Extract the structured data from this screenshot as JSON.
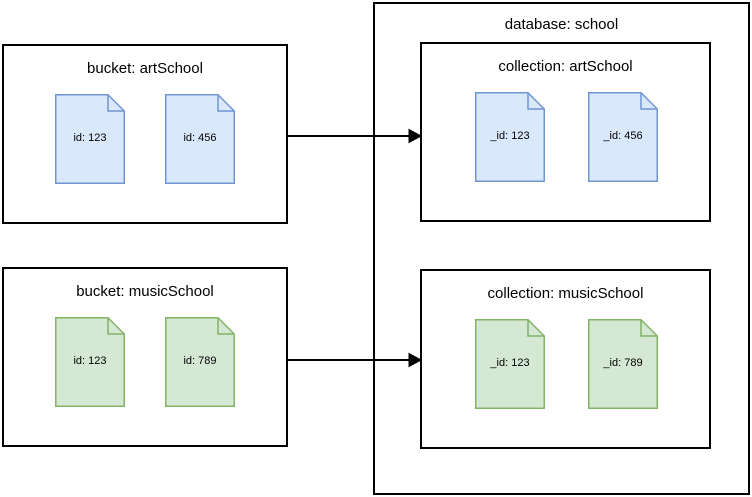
{
  "diagram": {
    "title_hidden": "",
    "colors": {
      "doc_blue_fill": "#dae8fc",
      "doc_blue_stroke": "#7096d0",
      "doc_green_fill": "#d5e8d4",
      "doc_green_stroke": "#82b366",
      "box_stroke": "#000000",
      "arrow_stroke": "#000000",
      "background": "#ffffff"
    },
    "source_boxes": [
      {
        "id": "bucket-artschool",
        "title": "bucket: artSchool",
        "documents": [
          {
            "label": "id: 123",
            "color": "blue"
          },
          {
            "label": "id: 456",
            "color": "blue"
          }
        ]
      },
      {
        "id": "bucket-musicschool",
        "title": "bucket: musicSchool",
        "documents": [
          {
            "label": "id: 123",
            "color": "green"
          },
          {
            "label": "id: 789",
            "color": "green"
          }
        ]
      }
    ],
    "database": {
      "title": "database: school",
      "collections": [
        {
          "id": "collection-artschool",
          "title": "collection: artSchool",
          "documents": [
            {
              "label": "_id: 123",
              "color": "blue"
            },
            {
              "label": "_id: 456",
              "color": "blue"
            }
          ]
        },
        {
          "id": "collection-musicschool",
          "title": "collection: musicSchool",
          "documents": [
            {
              "label": "_id: 123",
              "color": "green"
            },
            {
              "label": "_id: 789",
              "color": "green"
            }
          ]
        }
      ]
    },
    "arrows": [
      {
        "id": "arrow-artschool",
        "from": "bucket: artSchool",
        "to": "collection: artSchool"
      },
      {
        "id": "arrow-musicschool",
        "from": "bucket: musicSchool",
        "to": "collection: musicSchool"
      }
    ]
  }
}
